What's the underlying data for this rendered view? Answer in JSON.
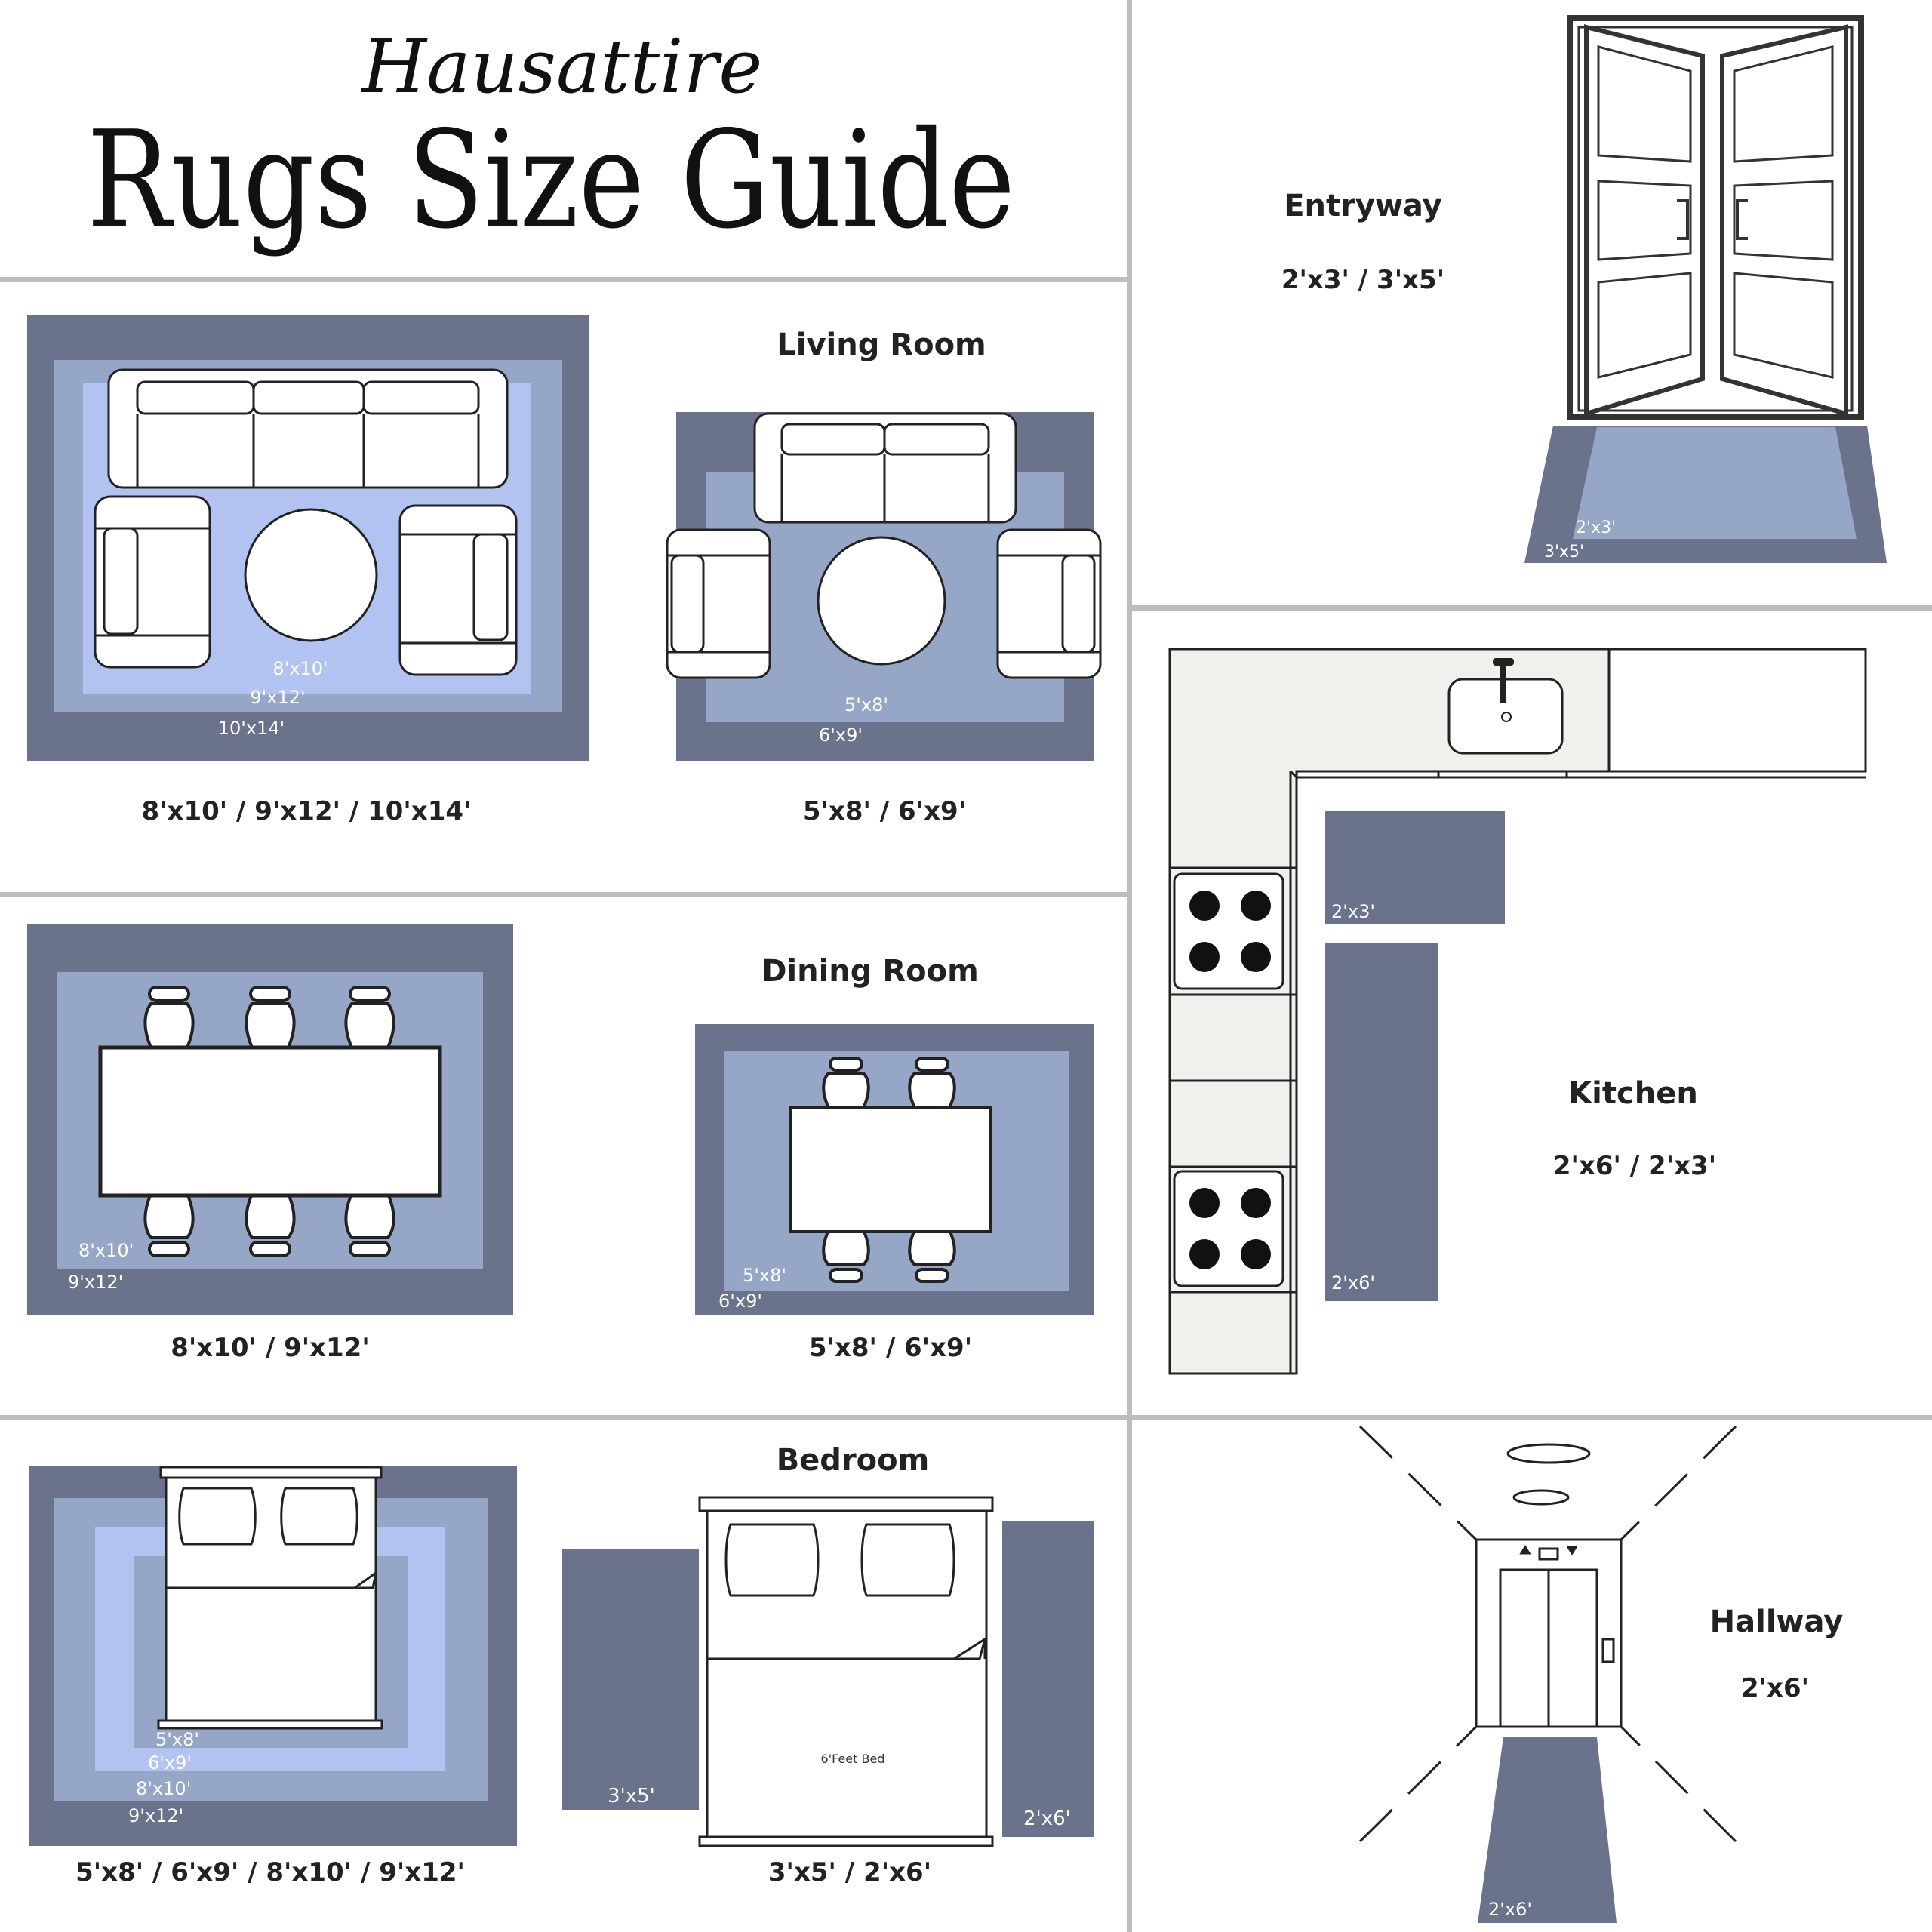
{
  "header": {
    "brand": "Hausattire",
    "title": "Rugs Size Guide"
  },
  "living": {
    "title": "Living Room",
    "large": {
      "labels": [
        "8'x10'",
        "9'x12'",
        "10'x14'"
      ],
      "caption": "8'x10' / 9'x12' / 10'x14'"
    },
    "small": {
      "labels": [
        "5'x8'",
        "6'x9'"
      ],
      "caption": "5'x8' / 6'x9'"
    }
  },
  "dining": {
    "title": "Dining Room",
    "large": {
      "labels": [
        "8'x10'",
        "9'x12'"
      ],
      "caption": "8'x10' / 9'x12'"
    },
    "small": {
      "labels": [
        "5'x8'",
        "6'x9'"
      ],
      "caption": "5'x8' / 6'x9'"
    }
  },
  "bedroom": {
    "title": "Bedroom",
    "large": {
      "labels": [
        "5'x8'",
        "6'x9'",
        "8'x10'",
        "9'x12'"
      ],
      "caption": "5'x8' / 6'x9' / 8'x10' / 9'x12'"
    },
    "small": {
      "labels": [
        "3'x5'",
        "2'x6'"
      ],
      "bed_label": "6'Feet Bed",
      "caption": "3'x5' / 2'x6'"
    }
  },
  "entryway": {
    "title": "Entryway",
    "sizes": "2'x3' / 3'x5'",
    "labels": [
      "2'x3'",
      "3'x5'"
    ]
  },
  "kitchen": {
    "title": "Kitchen",
    "sizes": "2'x6' / 2'x3'",
    "labels": [
      "2'x3'",
      "2'x6'"
    ]
  },
  "hallway": {
    "title": "Hallway",
    "sizes": "2'x6'",
    "labels": [
      "2'x6'"
    ]
  },
  "colors": {
    "dark_rug": "#6b738c",
    "mid_rug": "#95a6c7",
    "light_rug": "#b2c3f2",
    "divider": "#bdbdbd",
    "line": "#222222",
    "counter": "#f2f0ec"
  }
}
